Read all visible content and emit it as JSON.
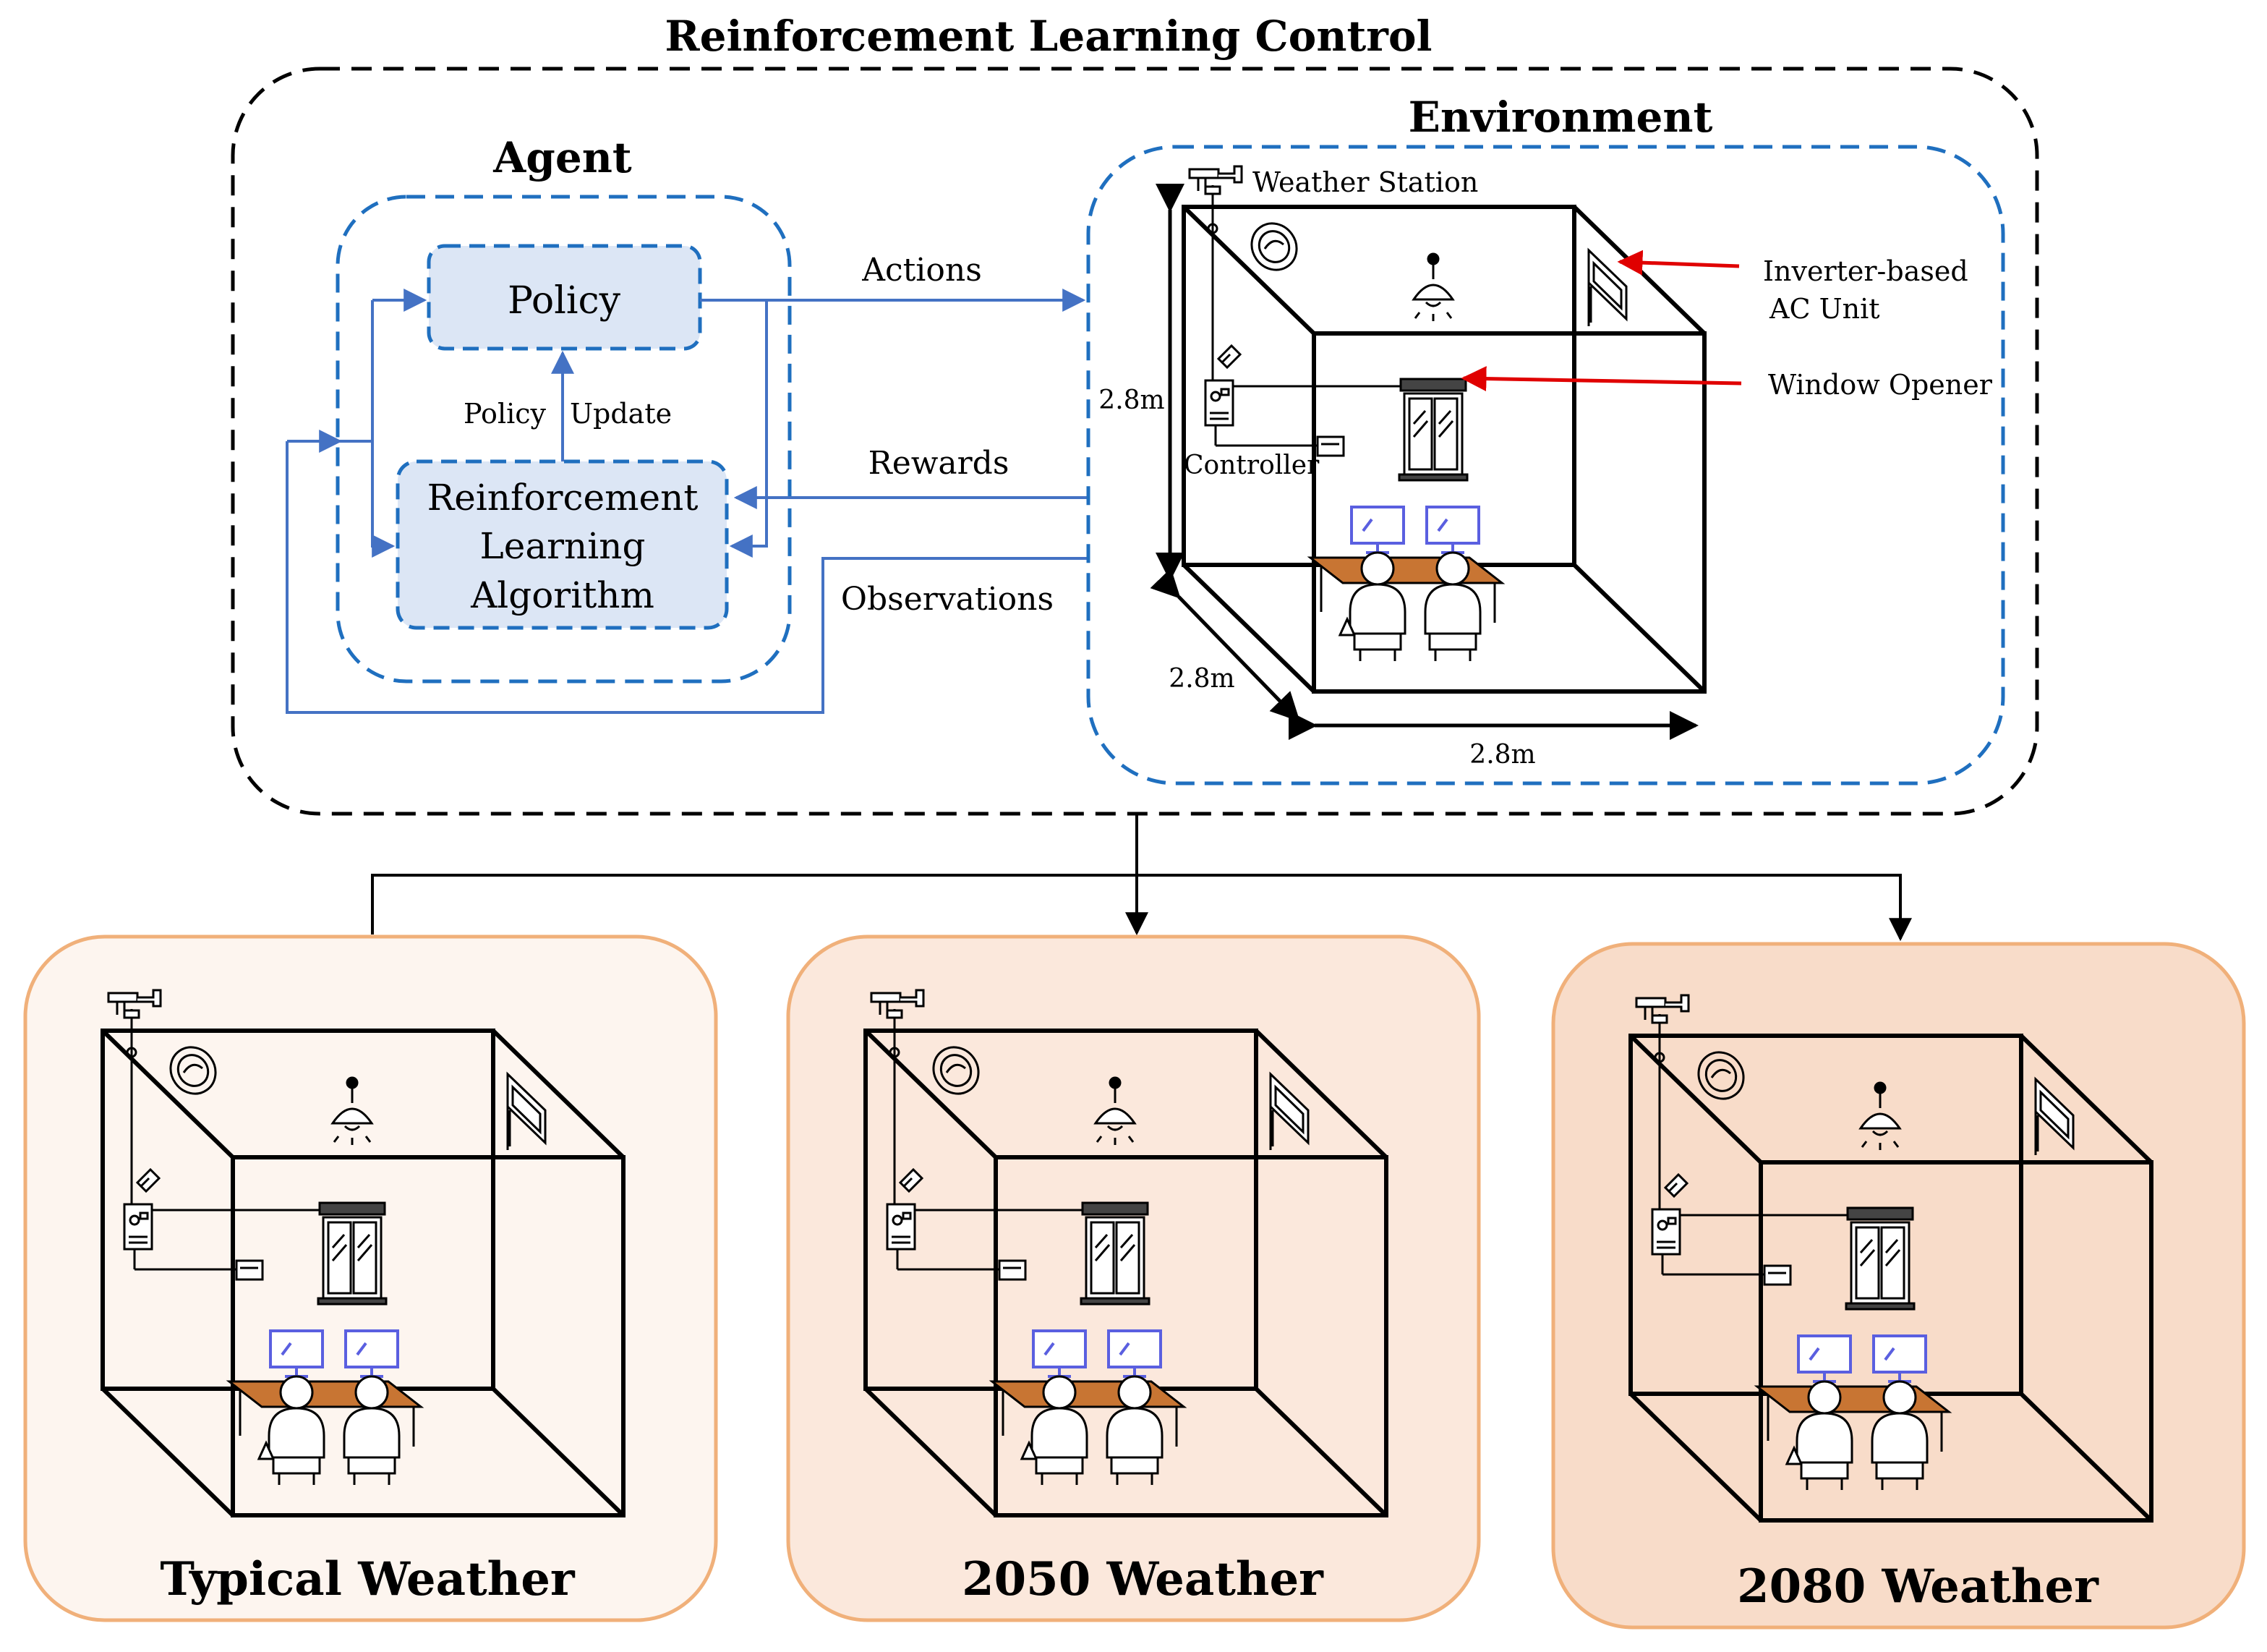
{
  "title": "Reinforcement Learning Control",
  "agent": {
    "heading": "Agent",
    "policy_label": "Policy",
    "rl_label_lines": [
      "Reinforcement",
      "Learning",
      "Algorithm"
    ],
    "update_label_left": "Policy",
    "update_label_right": "Update"
  },
  "signals": {
    "actions": "Actions",
    "rewards": "Rewards",
    "observations": "Observations"
  },
  "environment": {
    "heading": "Environment",
    "weather_station": "Weather Station",
    "controller": "Controller",
    "ac_unit_line1": "Inverter-based",
    "ac_unit_line2": "AC Unit",
    "window_opener": "Window Opener",
    "dim_height": "2.8m",
    "dim_depth": "2.8m",
    "dim_width": "2.8m"
  },
  "scenarios": [
    {
      "label": "Typical Weather"
    },
    {
      "label": "2050 Weather"
    },
    {
      "label": "2080 Weather"
    }
  ],
  "colors": {
    "agent_blue": "#1f6fbf",
    "box_fill": "#dce6f5",
    "arrow_blue": "#4472c4",
    "annot_red": "#e00000",
    "panel_border": "#f0b07a",
    "panel1_fill": "#fdf5ef",
    "panel2_fill": "#fbe8dc",
    "panel3_fill": "#f8dcc9",
    "desk": "#c87533",
    "monitor_blue": "#5a5fe0"
  }
}
